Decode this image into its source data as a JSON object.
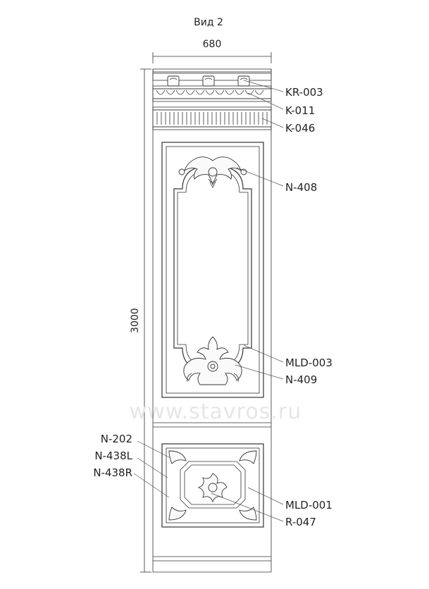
{
  "title": "Вид 2",
  "dimensions": {
    "width": "680",
    "height": "3000"
  },
  "watermark": "www.stavros.ru",
  "labels": [
    "KR-003",
    "K-011",
    "K-046",
    "N-408",
    "MLD-003",
    "N-409",
    "N-202",
    "N-438L",
    "N-438R",
    "MLD-001",
    "R-047"
  ]
}
